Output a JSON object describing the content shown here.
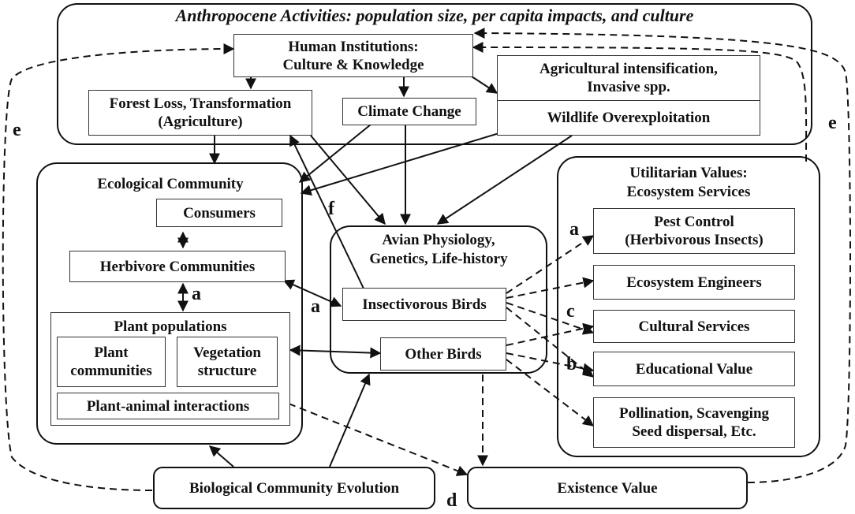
{
  "anthropocene": {
    "title": "Anthropocene Activities: population size, per capita impacts, and culture",
    "institutions": "Human Institutions:\nCulture & Knowledge",
    "forest": "Forest Loss, Transformation\n(Agriculture)",
    "climate": "Climate Change",
    "agri": "Agricultural intensification,\nInvasive spp.",
    "wildlife": "Wildlife Overexploitation"
  },
  "ecological": {
    "title": "Ecological Community",
    "consumers": "Consumers",
    "herbivores": "Herbivore Communities",
    "plant_pop": "Plant populations",
    "plant_comm": "Plant\ncommunities",
    "vegetation": "Vegetation\nstructure",
    "interactions": "Plant-animal interactions"
  },
  "avian": {
    "title": "Avian Physiology,\nGenetics, Life-history",
    "insectivorous": "Insectivorous Birds",
    "other": "Other Birds"
  },
  "utilitarian": {
    "title": "Utilitarian Values:\nEcosystem Services",
    "pest": "Pest Control\n(Herbivorous Insects)",
    "engineers": "Ecosystem Engineers",
    "cultural": "Cultural Services",
    "educational": "Educational Value",
    "pollination": "Pollination, Scavenging\nSeed dispersal, Etc."
  },
  "bottom": {
    "evolution": "Biological Community Evolution",
    "existence": "Existence Value"
  },
  "labels": {
    "e_left": "e",
    "e_right": "e",
    "f": "f",
    "a_herb": "a",
    "a_mid": "a",
    "a_pest": "a",
    "c": "c",
    "b": "b",
    "d": "d"
  }
}
